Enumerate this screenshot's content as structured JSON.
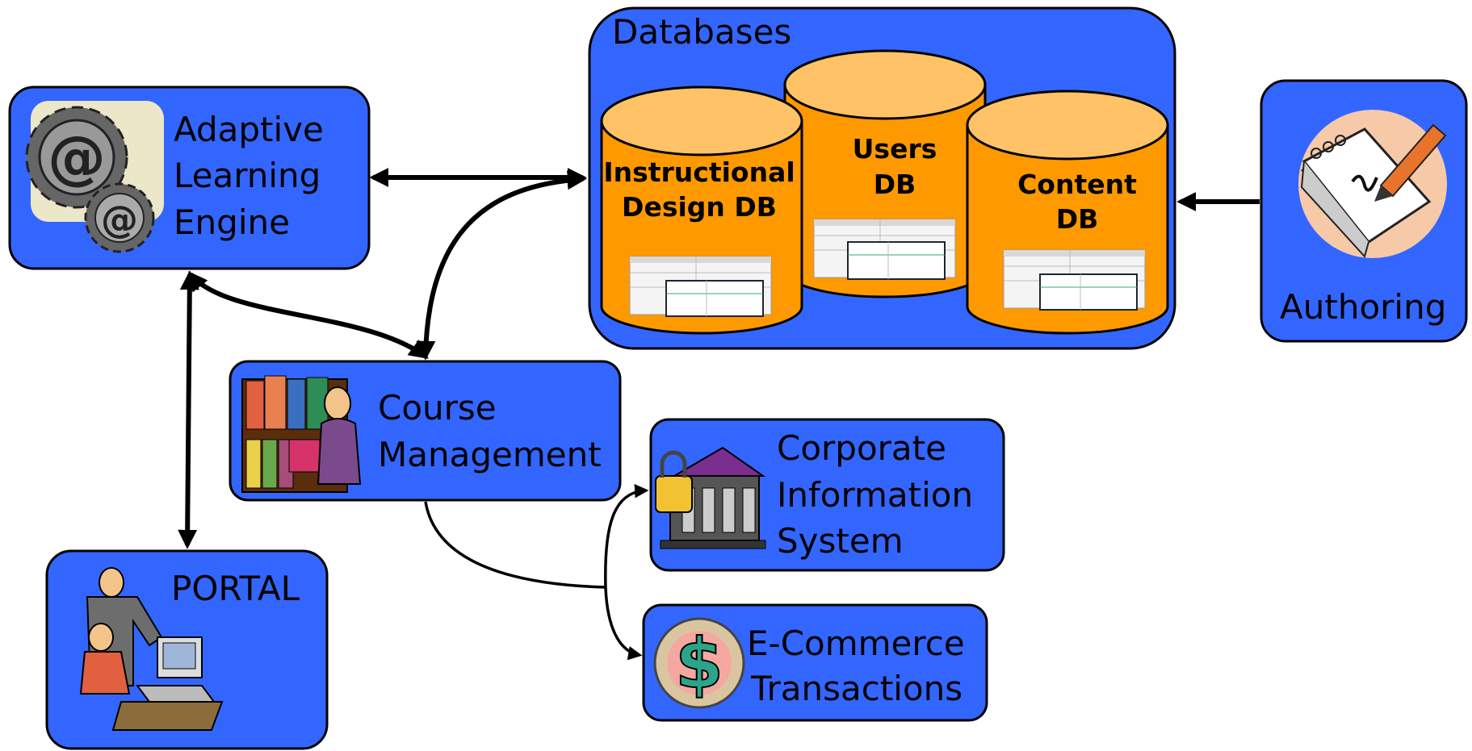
{
  "colors": {
    "box_fill": "#3366FF",
    "box_stroke": "#000000",
    "cylinder_fill": "#FF9900",
    "cylinder_top": "#FFC266",
    "arrow": "#000000",
    "background": "#FFFFFF"
  },
  "nodes": {
    "adaptive_engine": {
      "lines": [
        "Adaptive",
        "Learning",
        "Engine"
      ],
      "icon": "gears-at-sign-icon"
    },
    "databases": {
      "title": "Databases",
      "items": [
        {
          "lines": [
            "Instructional",
            "Design DB"
          ],
          "icon": "table-spreadsheet-icon"
        },
        {
          "lines": [
            "Users",
            "DB"
          ],
          "icon": "table-spreadsheet-icon"
        },
        {
          "lines": [
            "Content",
            "DB"
          ],
          "icon": "table-spreadsheet-icon"
        }
      ]
    },
    "authoring": {
      "label": "Authoring",
      "icon": "notepad-pencil-icon"
    },
    "course_management": {
      "lines": [
        "Course",
        "Management"
      ],
      "icon": "librarian-bookshelf-icon"
    },
    "portal": {
      "label": "PORTAL",
      "icon": "teacher-computer-icon"
    },
    "corporate_info": {
      "lines": [
        "Corporate",
        "Information",
        "System"
      ],
      "icon": "padlock-building-icon"
    },
    "ecommerce": {
      "lines": [
        "E-Commerce",
        "Transactions"
      ],
      "icon": "dollar-coin-icon"
    }
  },
  "edges": [
    {
      "from": "adaptive_engine",
      "to": "databases",
      "direction": "both"
    },
    {
      "from": "course_management",
      "to": "databases",
      "direction": "both"
    },
    {
      "from": "adaptive_engine",
      "to": "course_management",
      "direction": "both"
    },
    {
      "from": "adaptive_engine",
      "to": "portal",
      "direction": "both"
    },
    {
      "from": "authoring",
      "to": "databases",
      "direction": "forward"
    },
    {
      "from": "course_management",
      "to": "corporate_info",
      "direction": "forward"
    },
    {
      "from": "course_management",
      "to": "ecommerce",
      "direction": "forward"
    }
  ]
}
